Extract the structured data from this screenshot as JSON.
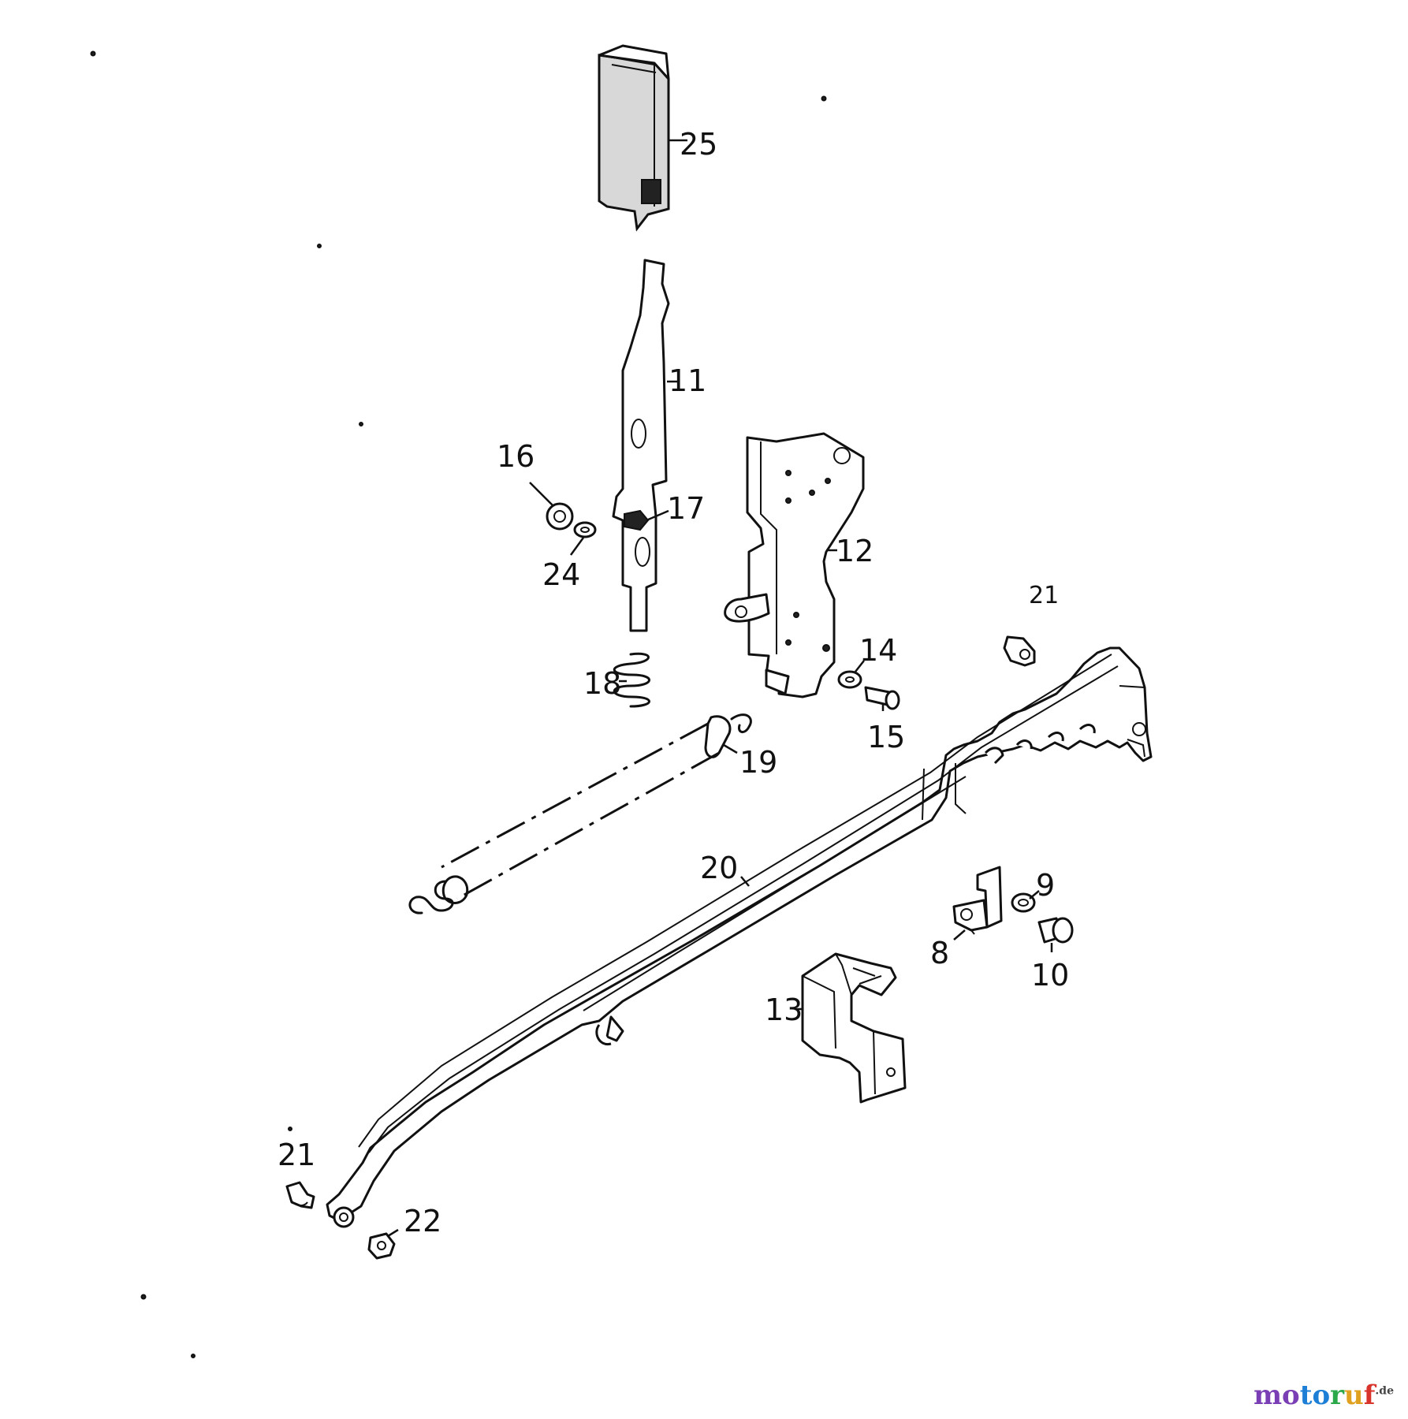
{
  "labels": {
    "p25": "25",
    "p11": "11",
    "p16": "16",
    "p17": "17",
    "p24": "24",
    "p12": "12",
    "p21a": "21",
    "p14": "14",
    "p18": "18",
    "p15": "15",
    "p19": "19",
    "p20": "20",
    "p9": "9",
    "p8": "8",
    "p10": "10",
    "p13": "13",
    "p21b": "21",
    "p22": "22"
  },
  "watermark": {
    "m": "mo",
    "t": "to",
    "r": "r",
    "u": "u",
    "f": "f",
    "suffix": ".de"
  }
}
